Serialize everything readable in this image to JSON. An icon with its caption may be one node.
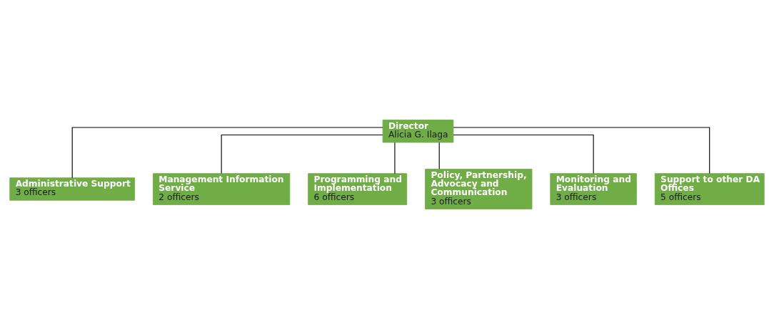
{
  "diagram": {
    "nodes": [
      {
        "text": [
          "Director",
          "Alicia G. Ilaga"
        ]
      },
      {
        "text": [
          "Administrative Support",
          "3 officers"
        ]
      },
      {
        "text": [
          "Management Information Service",
          "2 officers"
        ]
      },
      {
        "text": [
          "Programming and Implementation",
          "6 officers"
        ]
      },
      {
        "text": [
          "Policy, Partnership, Advocacy and Communication",
          "3 officers"
        ]
      },
      {
        "text": [
          "Monitoring and Evaluation",
          "3 officers"
        ]
      },
      {
        "text": [
          "Support to other DA Offices",
          "5 officers"
        ]
      }
    ],
    "edges": [
      {
        "from": 0,
        "to": 1,
        "arrow": "none"
      },
      {
        "from": 0,
        "to": 2,
        "arrow": "none"
      },
      {
        "from": 0,
        "to": 3,
        "arrow": "none"
      },
      {
        "from": 0,
        "to": 4,
        "arrow": "none"
      },
      {
        "from": 0,
        "to": 5,
        "arrow": "none"
      },
      {
        "from": 0,
        "to": 6,
        "arrow": "none"
      }
    ]
  }
}
